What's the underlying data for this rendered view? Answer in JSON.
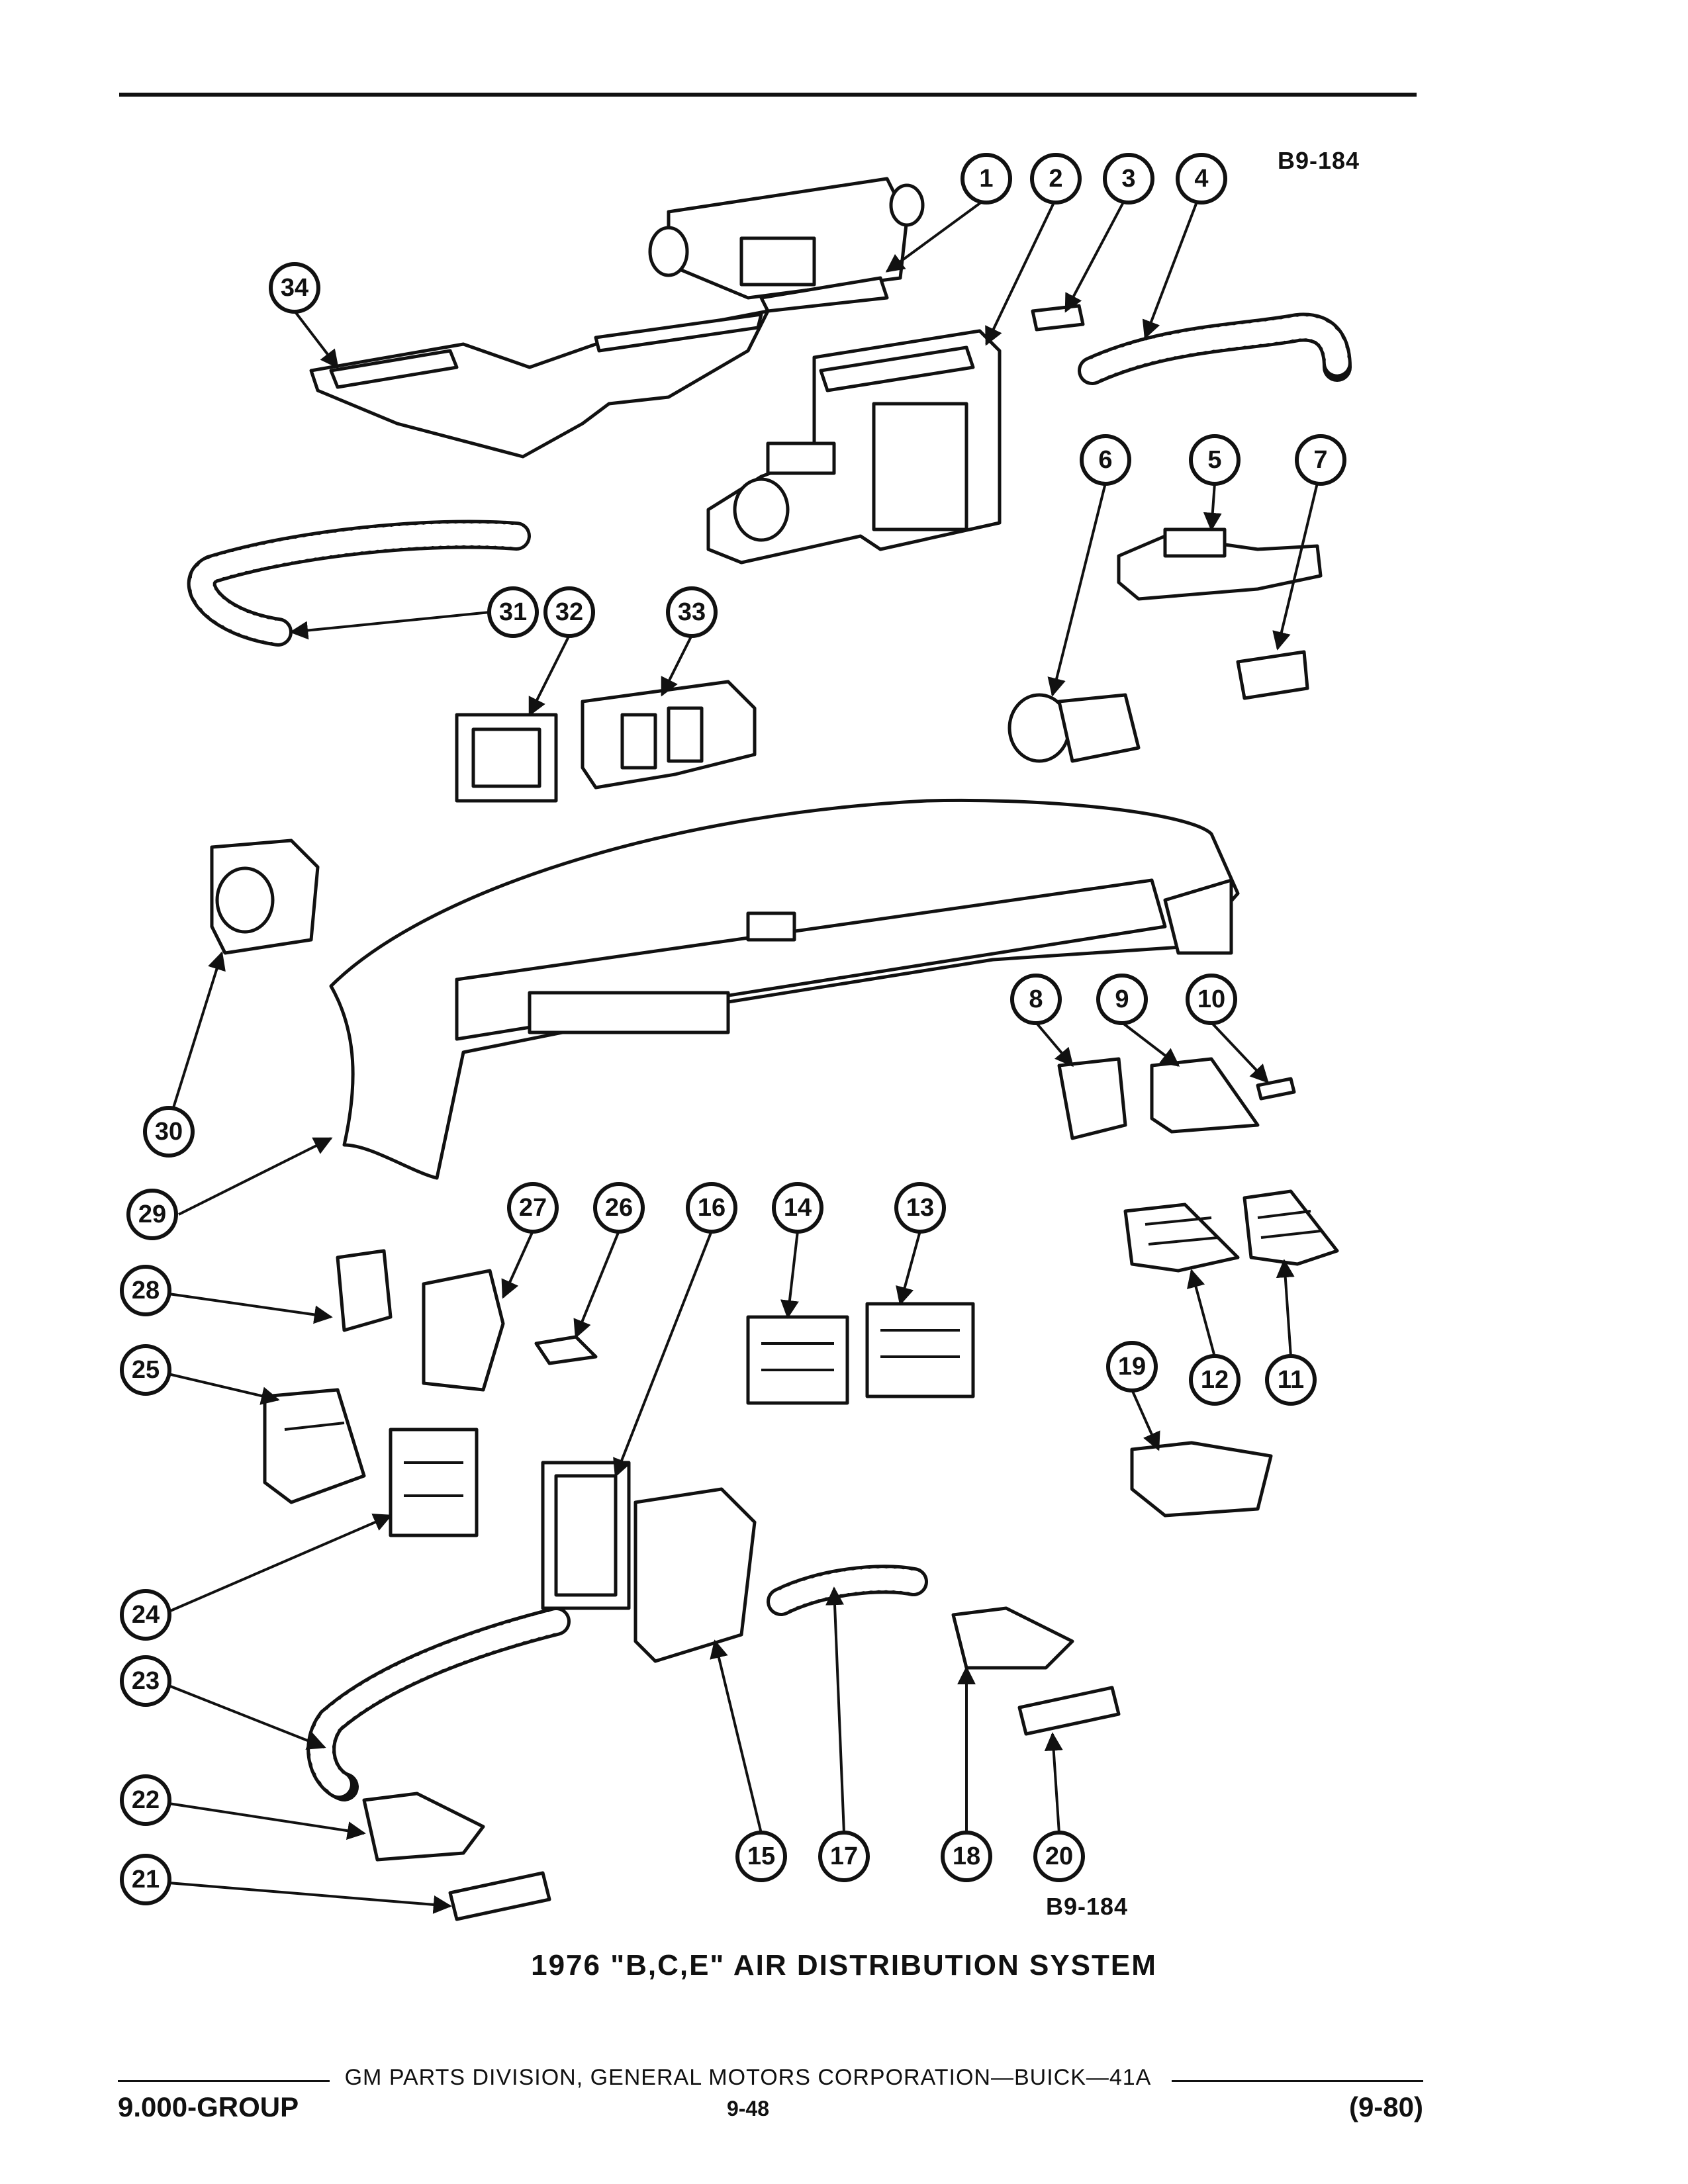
{
  "ref_code_top": "B9-184",
  "ref_code_bottom": "B9-184",
  "caption": "1976 \"B,C,E\" AIR DISTRIBUTION SYSTEM",
  "footer": {
    "center": "GM PARTS DIVISION, GENERAL MOTORS CORPORATION—BUICK—41A",
    "left": "9.000-GROUP",
    "page": "9-48",
    "right": "(9-80)"
  },
  "callouts": [
    "1",
    "2",
    "3",
    "4",
    "5",
    "6",
    "7",
    "8",
    "9",
    "10",
    "11",
    "12",
    "13",
    "14",
    "15",
    "16",
    "17",
    "18",
    "19",
    "20",
    "21",
    "22",
    "23",
    "24",
    "25",
    "26",
    "27",
    "28",
    "29",
    "30",
    "31",
    "32",
    "33",
    "34"
  ]
}
